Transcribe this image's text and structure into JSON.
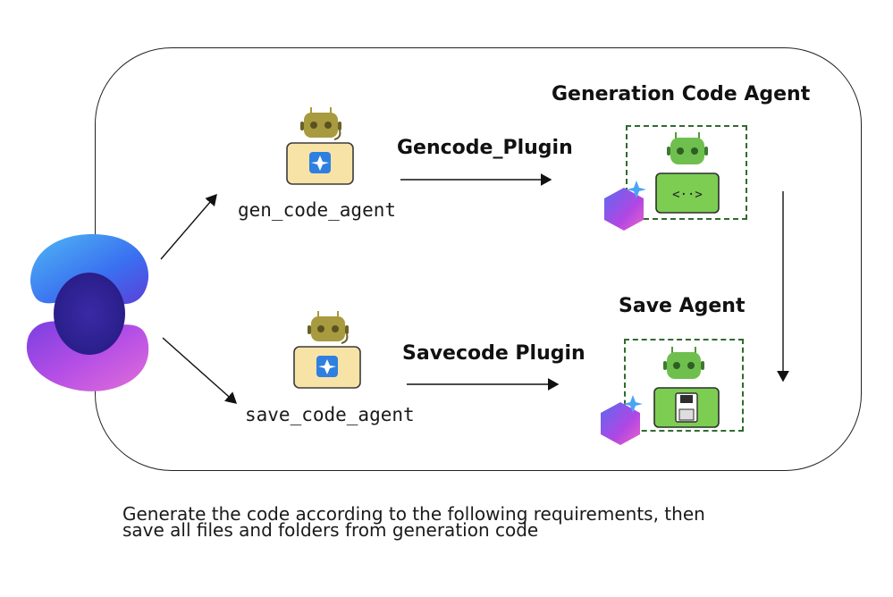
{
  "diagram": {
    "agents": [
      {
        "id": "gen",
        "label": "gen_code_agent",
        "plugin": "Gencode_Plugin"
      },
      {
        "id": "save",
        "label": "save_code_agent",
        "plugin": "Savecode Plugin"
      }
    ],
    "sections": {
      "generation_title": "Generation Code Agent",
      "save_title": "Save Agent"
    },
    "caption": {
      "line1": "Generate the code according to the following requirements, then",
      "line2": "save all files and folders from generation code"
    },
    "icons": {
      "orchestrator": "semantic-kernel-logo-icon",
      "agent_robot": "robot-icon",
      "copilot_badge": "copilot-sparkle-icon",
      "code": "code-brackets-icon",
      "save": "floppy-disk-icon"
    },
    "colors": {
      "robot_head": "#a89a3f",
      "robot_body": "#f8e3a6",
      "green_robot": "#6fbf4e",
      "dashed_border": "#2f6b2f",
      "logo_blue": "#3a78f2",
      "logo_purple": "#9b3ee0"
    }
  }
}
